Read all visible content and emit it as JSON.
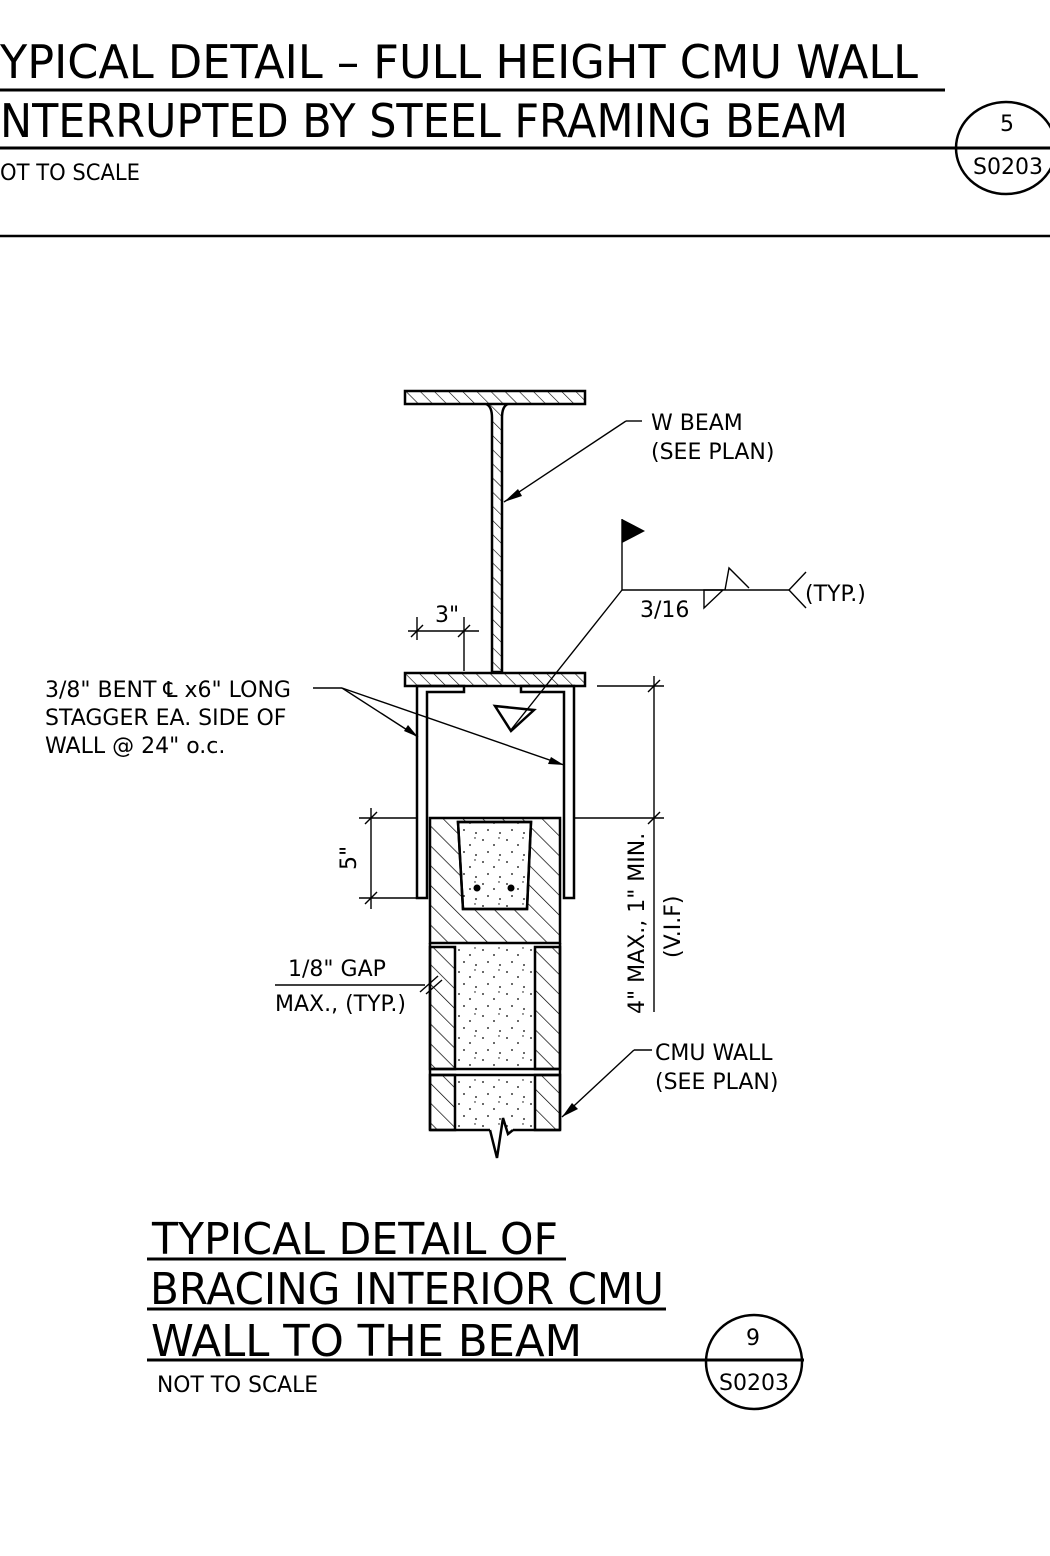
{
  "header_detail": {
    "title_line1": "YPICAL DETAIL – FULL HEIGHT CMU WALL",
    "title_line2": "NTERRUPTED BY STEEL FRAMING BEAM",
    "scale": "OT TO SCALE",
    "bubble_number": "5",
    "bubble_sheet": "S0203"
  },
  "drawing": {
    "beam_label_1": "W BEAM",
    "beam_label_2": "(SEE PLAN)",
    "weld_size": "3/16",
    "weld_typ": "(TYP.)",
    "dim_3in": "3\"",
    "plate_label_1": "3/8\" BENT ℄ x6\" LONG",
    "plate_label_2": "STAGGER EA. SIDE OF",
    "plate_label_3": "WALL @ 24\" o.c.",
    "dim_5in": "5\"",
    "dim_vertical_1": "4\" MAX., 1\" MIN.",
    "dim_vertical_2": "(V.I.F)",
    "gap_label_1": "1/8\" GAP",
    "gap_label_2": "MAX., (TYP.)",
    "cmu_label_1": "CMU WALL",
    "cmu_label_2": "(SEE PLAN)"
  },
  "footer_detail": {
    "title_line1": "TYPICAL DETAIL OF",
    "title_line2": "BRACING INTERIOR CMU",
    "title_line3": "WALL TO THE BEAM",
    "scale": "NOT TO SCALE",
    "bubble_number": "9",
    "bubble_sheet": "S0203"
  }
}
